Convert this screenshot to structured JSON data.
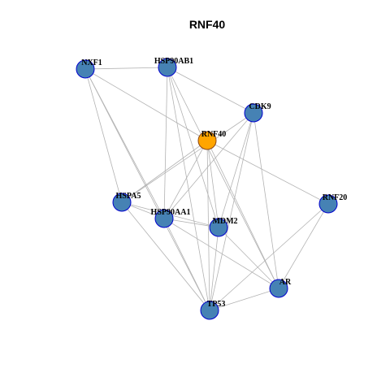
{
  "title": "RNF40",
  "colors": {
    "background": "#ffffff",
    "edge": "#b3b3b3",
    "node_fill": "#4682b4",
    "node_border": "#0000cd",
    "focus_fill": "#ffa500",
    "focus_border": "#8b4513",
    "label": "#000000"
  },
  "graph": {
    "focus_node": "RNF40",
    "nodes": [
      {
        "id": "NXF1",
        "label": "NXF1"
      },
      {
        "id": "HSP90AB1",
        "label": "HSP90AB1"
      },
      {
        "id": "CDK9",
        "label": "CDK9"
      },
      {
        "id": "RNF40",
        "label": "RNF40"
      },
      {
        "id": "HSPA5",
        "label": "HSPA5"
      },
      {
        "id": "HSP90AA1",
        "label": "HSP90AA1"
      },
      {
        "id": "MDM2",
        "label": "MDM2"
      },
      {
        "id": "RNF20",
        "label": "RNF20"
      },
      {
        "id": "AR",
        "label": "AR"
      },
      {
        "id": "TP53",
        "label": "TP53"
      }
    ],
    "edges": [
      [
        "NXF1",
        "HSP90AB1"
      ],
      [
        "NXF1",
        "RNF40"
      ],
      [
        "NXF1",
        "HSPA5"
      ],
      [
        "NXF1",
        "HSP90AA1"
      ],
      [
        "NXF1",
        "TP53"
      ],
      [
        "HSP90AB1",
        "CDK9"
      ],
      [
        "HSP90AB1",
        "HSP90AA1"
      ],
      [
        "HSP90AB1",
        "MDM2"
      ],
      [
        "HSP90AB1",
        "TP53"
      ],
      [
        "HSP90AB1",
        "AR"
      ],
      [
        "CDK9",
        "HSPA5"
      ],
      [
        "CDK9",
        "HSP90AA1"
      ],
      [
        "CDK9",
        "MDM2"
      ],
      [
        "CDK9",
        "AR"
      ],
      [
        "CDK9",
        "TP53"
      ],
      [
        "RNF40",
        "HSPA5"
      ],
      [
        "RNF40",
        "HSP90AA1"
      ],
      [
        "RNF40",
        "RNF20"
      ],
      [
        "RNF40",
        "TP53"
      ],
      [
        "RNF40",
        "AR"
      ],
      [
        "RNF40",
        "MDM2"
      ],
      [
        "HSPA5",
        "HSP90AA1"
      ],
      [
        "HSPA5",
        "MDM2"
      ],
      [
        "HSPA5",
        "TP53"
      ],
      [
        "HSP90AA1",
        "MDM2"
      ],
      [
        "HSP90AA1",
        "TP53"
      ],
      [
        "HSP90AA1",
        "AR"
      ],
      [
        "MDM2",
        "TP53"
      ],
      [
        "MDM2",
        "AR"
      ],
      [
        "RNF20",
        "AR"
      ],
      [
        "RNF20",
        "TP53"
      ],
      [
        "AR",
        "TP53"
      ]
    ]
  }
}
